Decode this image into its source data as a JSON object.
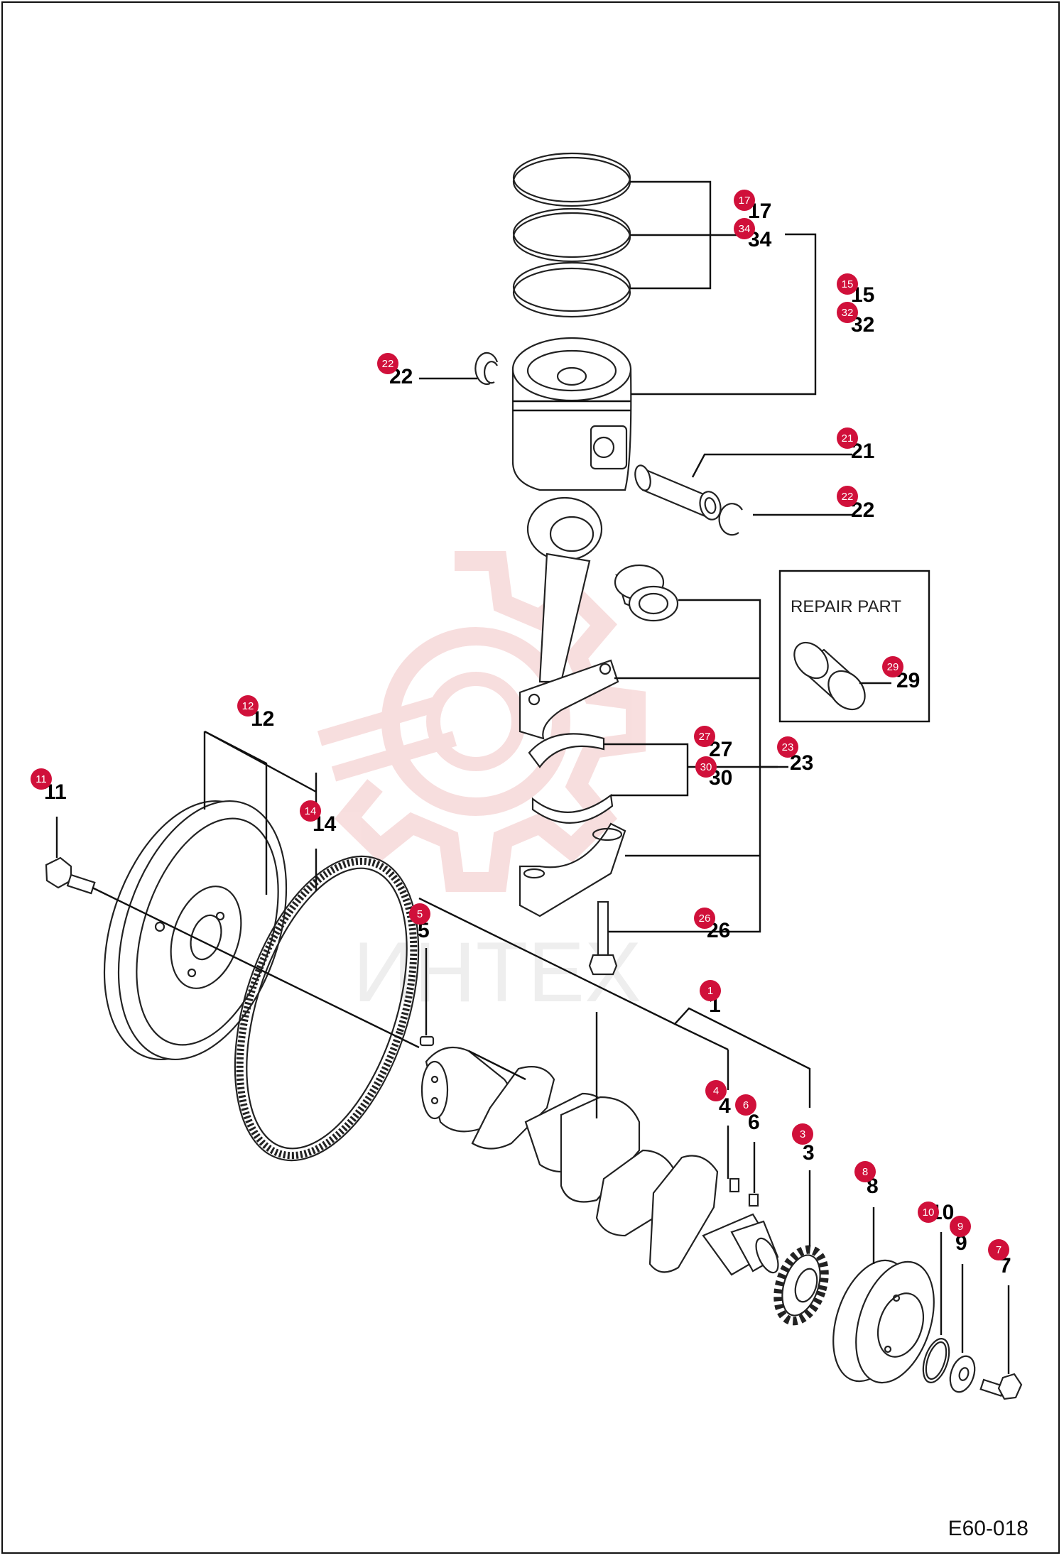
{
  "diagram_code": "E60-018",
  "watermark_text": "ИНТЕХ",
  "repair_box": {
    "title": "REPAIR PART"
  },
  "colors": {
    "badge": "#d0103a",
    "watermark": "#f2c4c4",
    "line": "#111111"
  },
  "labels": {
    "l1": "1",
    "l3": "3",
    "l4": "4",
    "l5": "5",
    "l6": "6",
    "l7": "7",
    "l8": "8",
    "l9": "9",
    "l10": "10",
    "l11": "11",
    "l12": "12",
    "l14": "14",
    "l15": "15",
    "l17": "17",
    "l21": "21",
    "l22a": "22",
    "l22b": "22",
    "l23": "23",
    "l26": "26",
    "l27": "27",
    "l29": "29",
    "l30": "30",
    "l32": "32",
    "l34": "34"
  },
  "badges": {
    "b1": "1",
    "b3": "3",
    "b4": "4",
    "b5": "5",
    "b6": "6",
    "b7": "7",
    "b8": "8",
    "b9": "9",
    "b10": "10",
    "b11": "11",
    "b12": "12",
    "b14": "14",
    "b15": "15",
    "b17": "17",
    "b21": "21",
    "b22a": "22",
    "b22b": "22",
    "b23": "23",
    "b26": "26",
    "b27": "27",
    "b29": "29",
    "b30": "30",
    "b32": "32",
    "b34": "34"
  }
}
